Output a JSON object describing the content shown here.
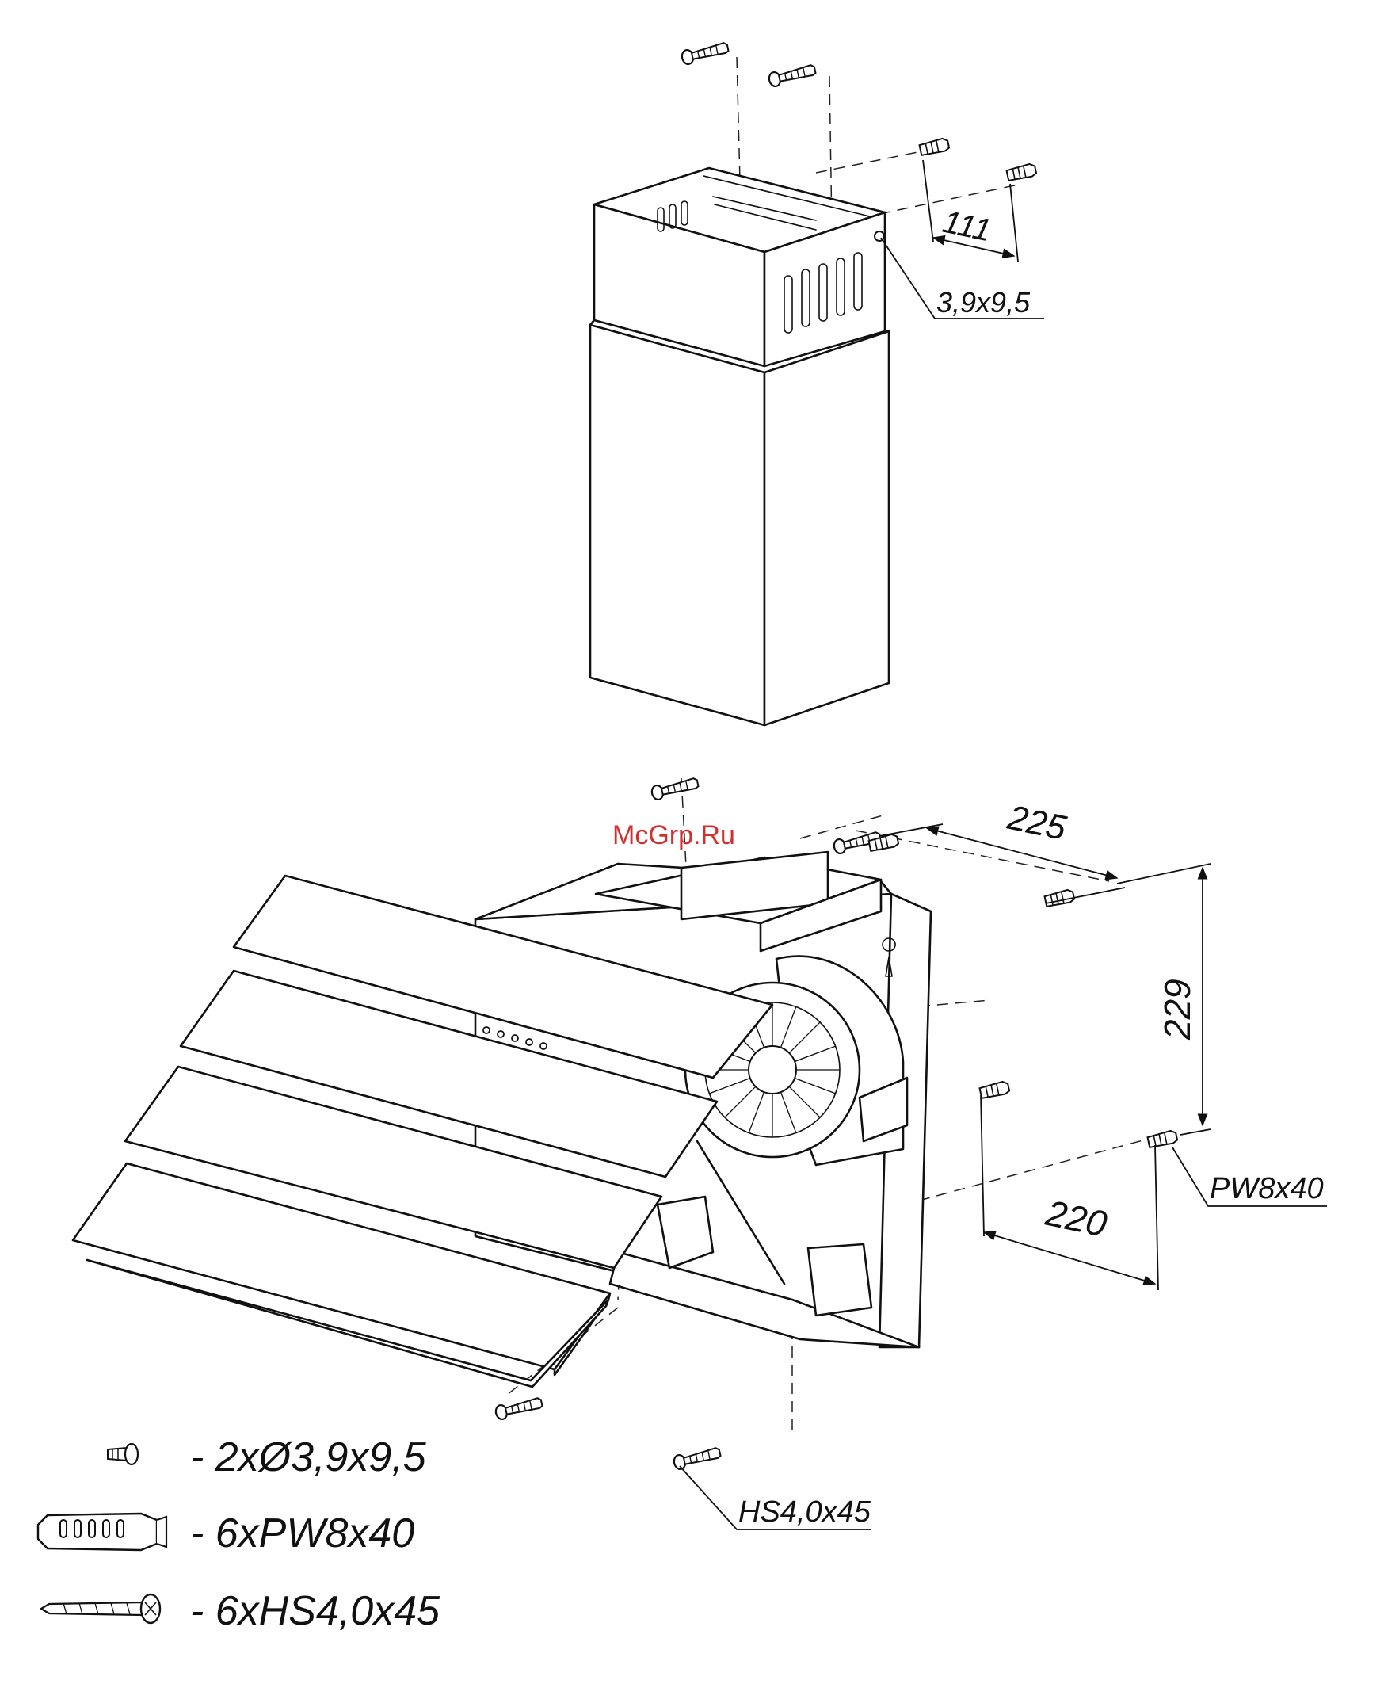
{
  "watermark": "McGrp.Ru",
  "dimensions": {
    "chimney_spacing": "111",
    "top_width": "225",
    "height": "229",
    "bottom_width": "220"
  },
  "callouts": {
    "chimney_screw": "3,9x9,5",
    "wall_plug": "PW8x40",
    "wall_screw": "HS4,0x45"
  },
  "legend": [
    {
      "icon": "small-screw-icon",
      "text": "- 2xØ3,9x9,5"
    },
    {
      "icon": "wall-plug-icon",
      "text": "- 6xPW8x40"
    },
    {
      "icon": "long-screw-icon",
      "text": "- 6xHS4,0x45"
    }
  ]
}
